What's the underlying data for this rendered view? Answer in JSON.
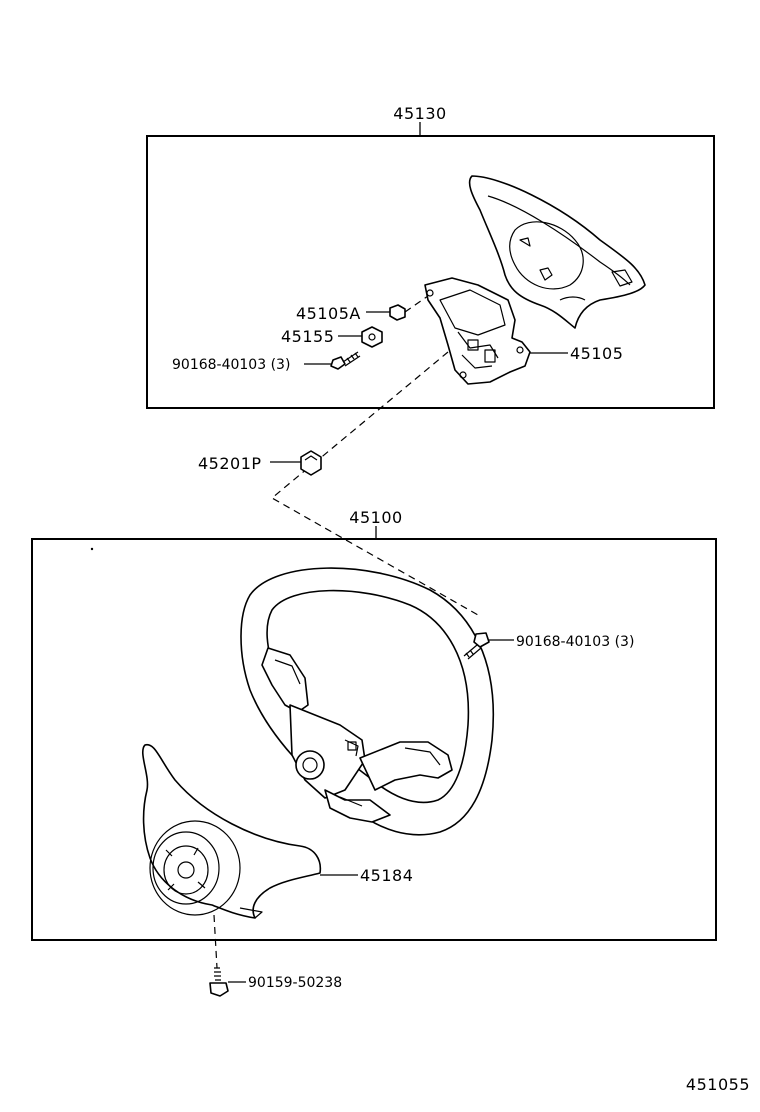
{
  "labels": {
    "top_group": "45130",
    "horn_nut_a": "45105A",
    "horn_nut": "45155",
    "horn_screw": "90168-40103 (3)",
    "horn_pad": "45105",
    "wheel_nut": "45201P",
    "bottom_group": "45100",
    "wheel_screw": "90168-40103 (3)",
    "lower_cover": "45184",
    "cover_screw": "90159-50238",
    "figure_number": "451055"
  }
}
